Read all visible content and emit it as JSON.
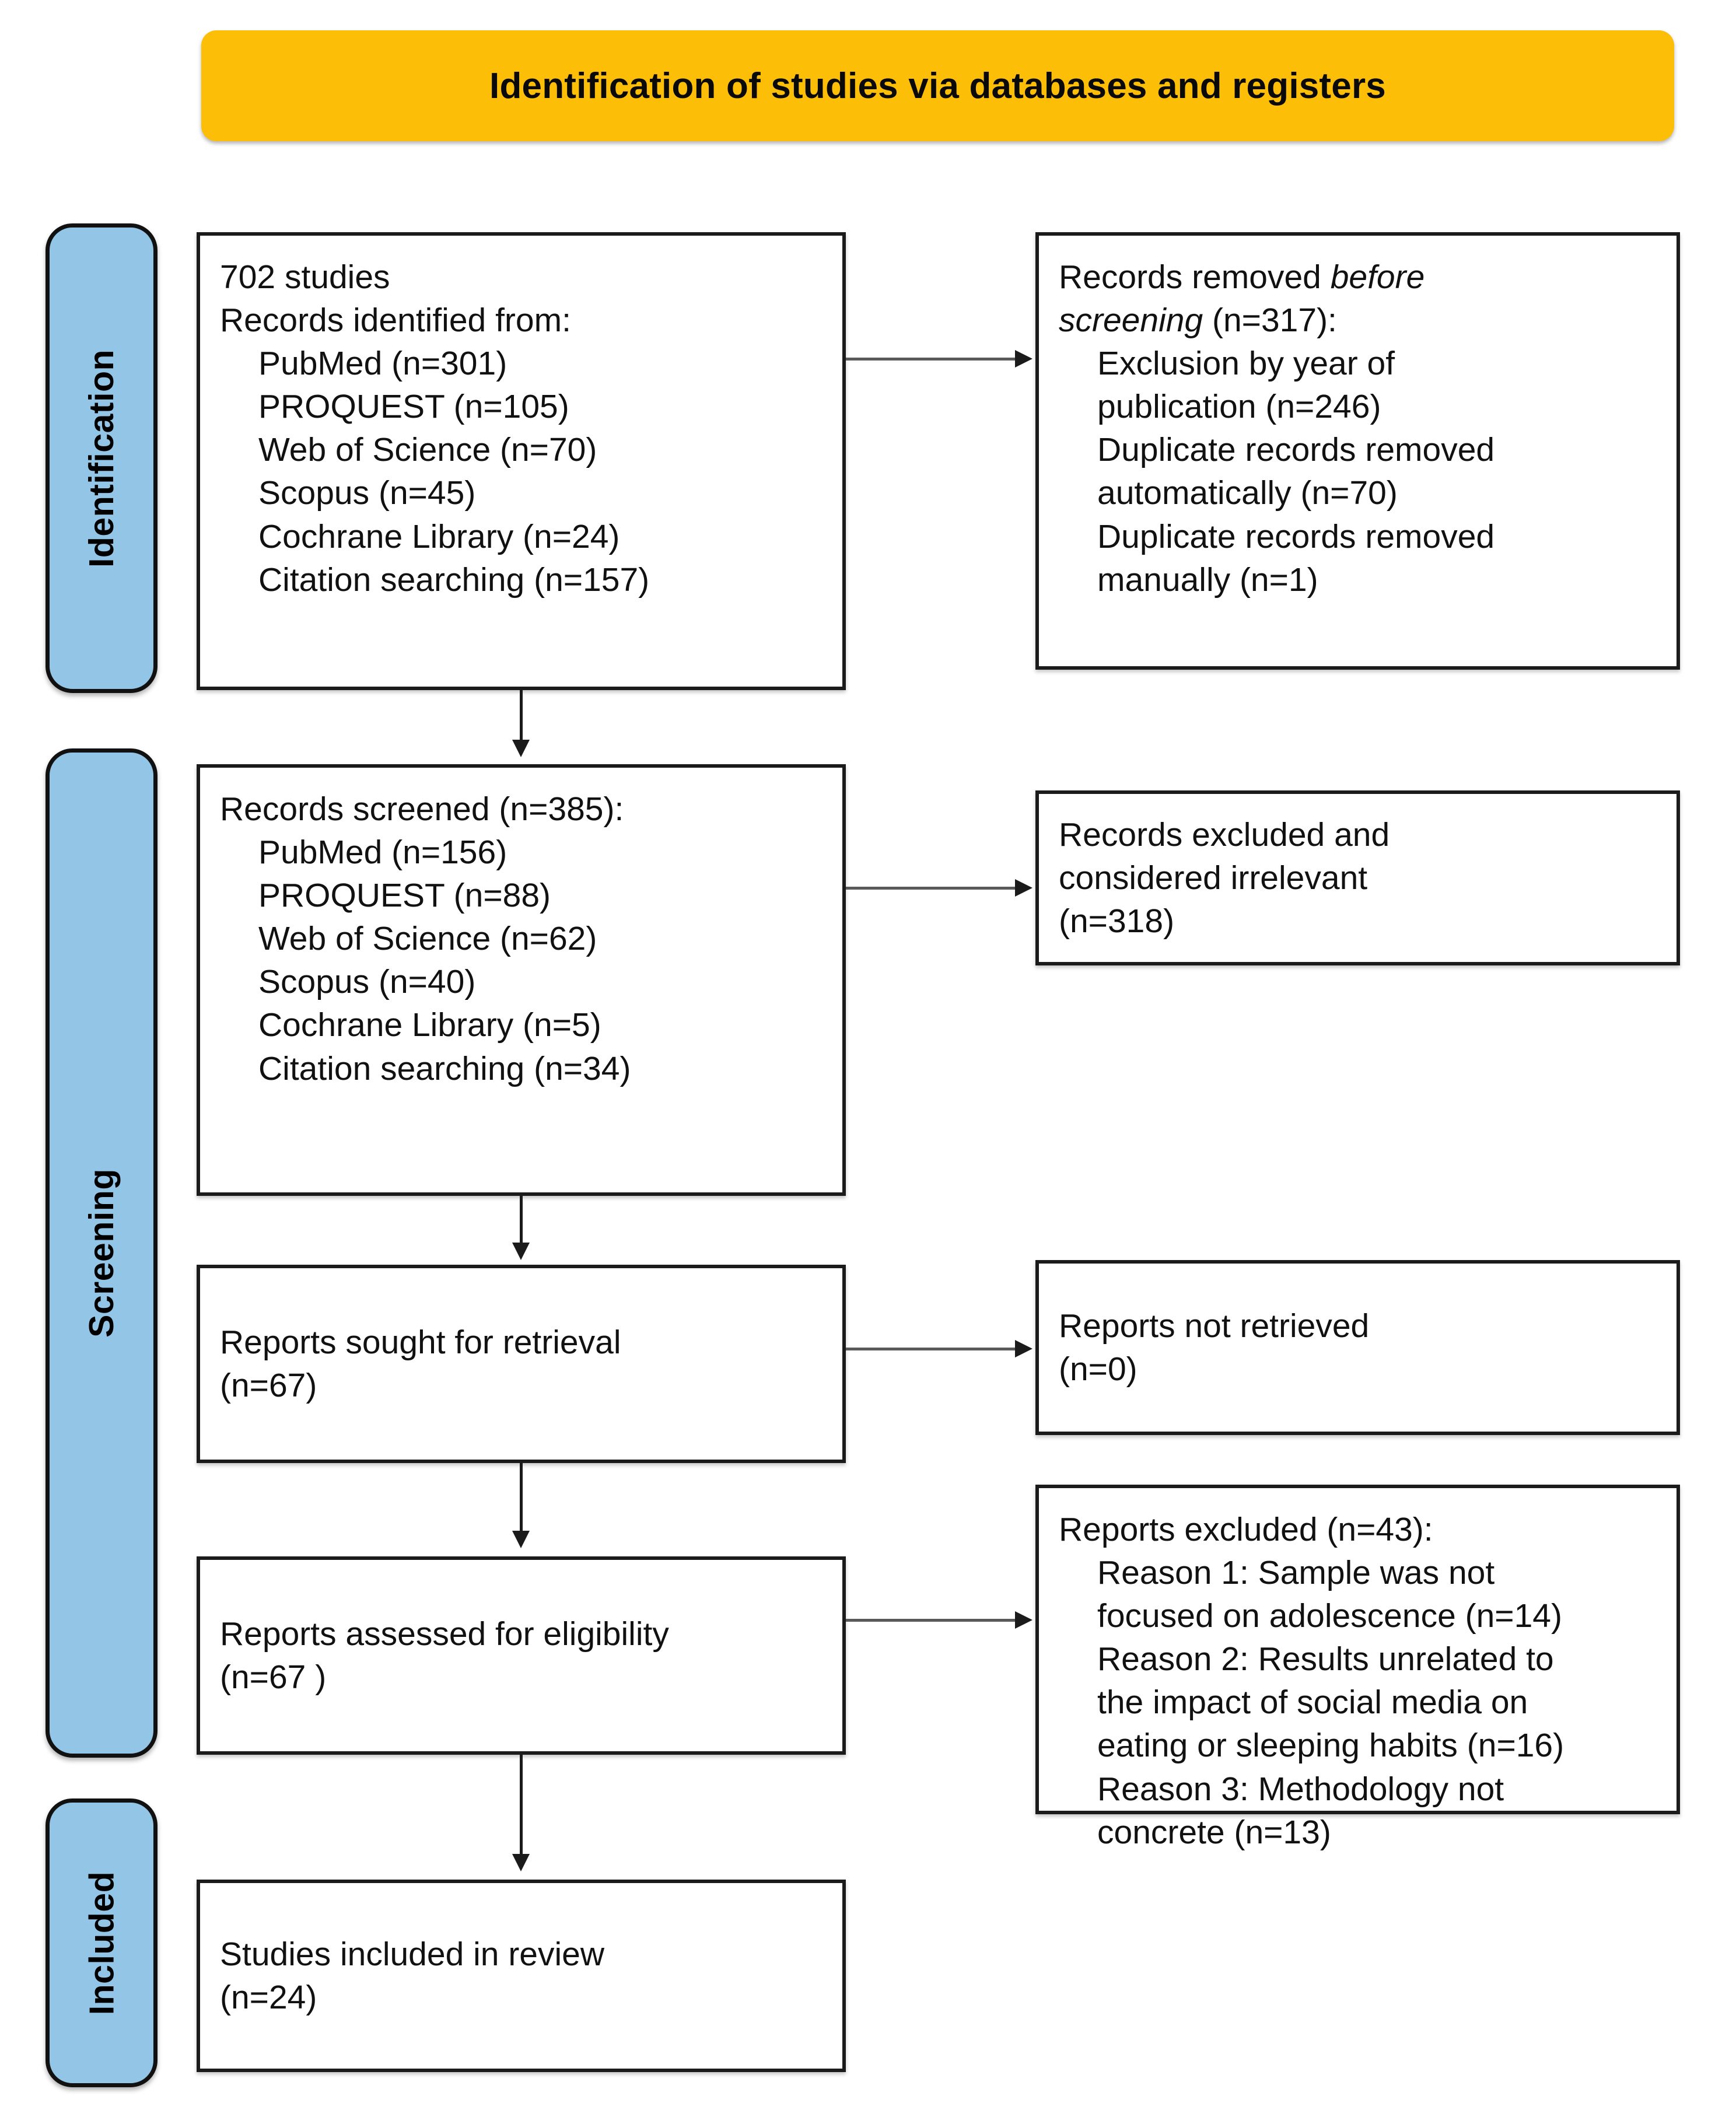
{
  "header": {
    "title": "Identification of studies via databases and registers",
    "background_color": "#FDBE07"
  },
  "stages": [
    {
      "id": "identification",
      "label": "Identification",
      "color": "#92C5E6"
    },
    {
      "id": "screening",
      "label": "Screening",
      "color": "#92C5E6"
    },
    {
      "id": "included",
      "label": "Included",
      "color": "#92C5E6"
    }
  ],
  "boxes": {
    "identified": {
      "lines": [
        "702 studies",
        "Records identified from:"
      ],
      "items": [
        "PubMed (n=301)",
        "PROQUEST (n=105)",
        "Web of Science (n=70)",
        "Scopus (n=45)",
        "Cochrane Library (n=24)",
        "Citation searching (n=157)"
      ]
    },
    "removed_before_screening": {
      "heading_plain_1": "Records removed ",
      "heading_italic_1": "before",
      "heading_italic_2": "screening",
      "heading_plain_2": " (n=317):",
      "items": [
        "Exclusion by year of\npublication (n=246)",
        "Duplicate records removed\nautomatically (n=70)",
        "Duplicate records removed\nmanually (n=1)"
      ]
    },
    "screened": {
      "lines": [
        "Records screened (n=385):"
      ],
      "items": [
        "PubMed (n=156)",
        "PROQUEST (n=88)",
        "Web of Science (n=62)",
        "Scopus (n=40)",
        "Cochrane Library (n=5)",
        "Citation searching (n=34)"
      ]
    },
    "records_excluded": {
      "lines": [
        "Records excluded and",
        "considered irrelevant",
        "(n=318)"
      ]
    },
    "sought_for_retrieval": {
      "lines": [
        "Reports sought for retrieval",
        "(n=67)"
      ]
    },
    "not_retrieved": {
      "lines": [
        "Reports not retrieved",
        "(n=0)"
      ]
    },
    "assessed_for_eligibility": {
      "lines": [
        "Reports assessed for eligibility",
        "(n=67 )"
      ]
    },
    "reports_excluded": {
      "lines": [
        "Reports excluded (n=43):"
      ],
      "items": [
        "Reason 1: Sample was not\nfocused on adolescence (n=14)",
        "Reason 2: Results unrelated to\nthe impact of social media on\neating or sleeping habits (n=16)",
        "Reason 3: Methodology not\nconcrete (n=13)"
      ]
    },
    "studies_included": {
      "lines": [
        "Studies included in review",
        "(n=24)"
      ]
    }
  },
  "chart_data": {
    "type": "diagram",
    "title": "Identification of studies via databases and registers",
    "diagram_kind": "PRISMA 2020 flow diagram",
    "nodes": [
      {
        "id": "identified",
        "stage": "Identification",
        "total": 702,
        "label": "Records identified from",
        "breakdown": {
          "PubMed": 301,
          "PROQUEST": 105,
          "Web of Science": 70,
          "Scopus": 45,
          "Cochrane Library": 24,
          "Citation searching": 157
        }
      },
      {
        "id": "removed_before_screening",
        "stage": "Identification",
        "total": 317,
        "label": "Records removed before screening",
        "breakdown": {
          "Exclusion by year of publication": 246,
          "Duplicate records removed automatically": 70,
          "Duplicate records removed manually": 1
        }
      },
      {
        "id": "screened",
        "stage": "Screening",
        "total": 385,
        "label": "Records screened",
        "breakdown": {
          "PubMed": 156,
          "PROQUEST": 88,
          "Web of Science": 62,
          "Scopus": 40,
          "Cochrane Library": 5,
          "Citation searching": 34
        }
      },
      {
        "id": "records_excluded",
        "stage": "Screening",
        "total": 318,
        "label": "Records excluded and considered irrelevant"
      },
      {
        "id": "sought_for_retrieval",
        "stage": "Screening",
        "total": 67,
        "label": "Reports sought for retrieval"
      },
      {
        "id": "not_retrieved",
        "stage": "Screening",
        "total": 0,
        "label": "Reports not retrieved"
      },
      {
        "id": "assessed_for_eligibility",
        "stage": "Screening",
        "total": 67,
        "label": "Reports assessed for eligibility"
      },
      {
        "id": "reports_excluded",
        "stage": "Screening",
        "total": 43,
        "label": "Reports excluded",
        "breakdown": {
          "Reason 1: Sample was not focused on adolescence": 14,
          "Reason 2: Results unrelated to the impact of social media on eating or sleeping habits": 16,
          "Reason 3: Methodology not concrete": 13
        }
      },
      {
        "id": "studies_included",
        "stage": "Included",
        "total": 24,
        "label": "Studies included in review"
      }
    ],
    "edges": [
      {
        "from": "identified",
        "to": "removed_before_screening",
        "direction": "right"
      },
      {
        "from": "identified",
        "to": "screened",
        "direction": "down"
      },
      {
        "from": "screened",
        "to": "records_excluded",
        "direction": "right"
      },
      {
        "from": "screened",
        "to": "sought_for_retrieval",
        "direction": "down"
      },
      {
        "from": "sought_for_retrieval",
        "to": "not_retrieved",
        "direction": "right"
      },
      {
        "from": "sought_for_retrieval",
        "to": "assessed_for_eligibility",
        "direction": "down"
      },
      {
        "from": "assessed_for_eligibility",
        "to": "reports_excluded",
        "direction": "right"
      },
      {
        "from": "assessed_for_eligibility",
        "to": "studies_included",
        "direction": "down"
      }
    ]
  }
}
